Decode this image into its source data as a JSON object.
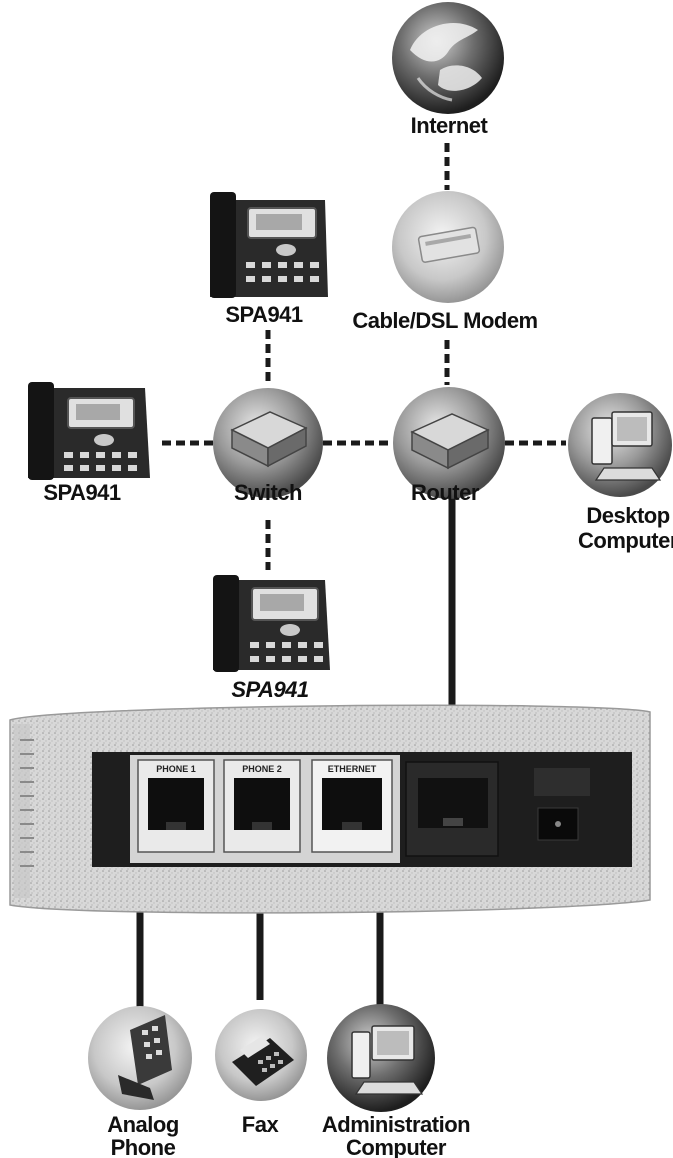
{
  "nodes": {
    "internet": {
      "label": "Internet"
    },
    "modem": {
      "label": "Cable/DSL Modem"
    },
    "phone_top": {
      "label": "SPA941"
    },
    "phone_left": {
      "label": "SPA941"
    },
    "phone_bottom": {
      "label": "SPA941"
    },
    "switch": {
      "label": "Switch"
    },
    "router": {
      "label": "Router"
    },
    "desktop": {
      "label_line1": "Desktop",
      "label_line2": "Computer"
    },
    "analog": {
      "label_line1": "Analog",
      "label_line2": "Phone"
    },
    "fax": {
      "label": "Fax"
    },
    "admin": {
      "label_line1": "Administration",
      "label_line2": "Computer"
    }
  },
  "device": {
    "ports": [
      {
        "label": "PHONE 1"
      },
      {
        "label": "PHONE 2"
      },
      {
        "label": "ETHERNET"
      }
    ]
  },
  "colors": {
    "line": "#1a1a1a",
    "node_fill": "#b5b5b5",
    "device_body": "#d9d9d9",
    "device_panel": "#1e1e1e"
  }
}
